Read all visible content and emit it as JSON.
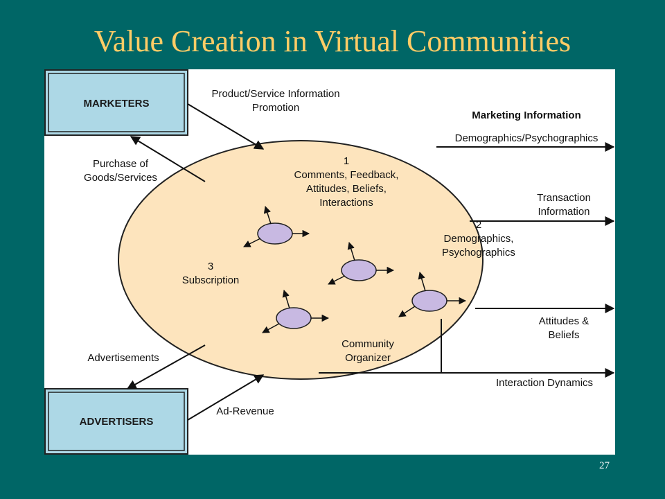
{
  "slide": {
    "title": "Value Creation in Virtual Communities",
    "number": "27"
  },
  "diagram": {
    "colors": {
      "background": "#006666",
      "title": "#ffcc66",
      "box_fill": "#add8e6",
      "community_fill": "#fde4bd",
      "member_fill": "#c8b9e2"
    },
    "marketers_label": "MARKETERS",
    "advertisers_label": "ADVERTISERS",
    "product_info_line1": "Product/Service Information",
    "product_info_line2": "Promotion",
    "purchase_line1": "Purchase of",
    "purchase_line2": "Goods/Services",
    "advertisements": "Advertisements",
    "ad_revenue": "Ad-Revenue",
    "marketing_info_header": "Marketing Information",
    "demographics_psychographics": "Demographics/Psychographics",
    "transaction_line1": "Transaction",
    "transaction_line2": "Information",
    "attitudes_line1": "Attitudes &",
    "attitudes_line2": "Beliefs",
    "interaction_dynamics": "Interaction Dynamics",
    "region1_number": "1",
    "region1_line1": "Comments, Feedback,",
    "region1_line2": "Attitudes, Beliefs,",
    "region1_line3": "Interactions",
    "region2_number": "2",
    "region2_line1": "Demographics,",
    "region2_line2": "Psychographics",
    "region3_number": "3",
    "region3_line1": "Subscription",
    "organizer_line1": "Community",
    "organizer_line2": "Organizer"
  }
}
